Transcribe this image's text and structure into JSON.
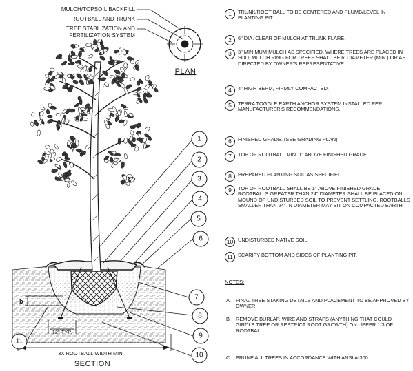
{
  "plan": {
    "title": "PLAN",
    "labels": [
      "MULCH/TOPSOIL BACKFILL",
      "ROOTBALL AND TRUNK",
      "TREE STABLIZATION AND",
      "FERTILIZATION SYSTEM"
    ]
  },
  "section": {
    "title": "SECTION",
    "width_label": "3X ROOTBALL WIDTH MIN.",
    "typ_label": "12\" TYP.",
    "b_label": "b",
    "callouts": [
      "1",
      "2",
      "3",
      "4",
      "5",
      "6",
      "7",
      "8",
      "9",
      "10",
      "11"
    ]
  },
  "legend": [
    {
      "num": "1",
      "text": "TRUNK/ROOT BALL TO BE CENTERED AND PLUMB/LEVEL IN PLANTING PIT."
    },
    {
      "num": "2",
      "text": "6\" DIA. CLEAR OF MULCH AT TRUNK FLARE."
    },
    {
      "num": "3",
      "text": "3\" MINIMUM MULCH AS SPECIFIED. WHERE TREES ARE PLACED IN SOD, MULCH RING FOR TREES SHALL BE 6' DIAMETER (MIN.) OR AS DIRECTED BY OWNER'S REPRESENTATIVE."
    },
    {
      "num": "4",
      "text": "4\" HIGH BERM, FIRMLY COMPACTED."
    },
    {
      "num": "5",
      "text": "TERRA TOGGLE EARTH ANCHOR SYSTEM INSTALLED PER MANUFACTURER'S RECOMMENDATIONS."
    },
    {
      "num": "6",
      "text": "FINISHED GRADE. (SEE GRADING PLAN)"
    },
    {
      "num": "7",
      "text": "TOP OF ROOTBALL MIN. 1\" ABOVE FINISHED GRADE."
    },
    {
      "num": "8",
      "text": "PREPARED PLANTING SOIL AS SPECIFIED."
    },
    {
      "num": "9",
      "text": "TOP OF ROOTBALL SHALL BE 1\" ABOVE FINISHED GRADE. ROOTBALLS GREATER THAN 24\" DIAMETER SHALL BE PLACED ON MOUND OF UNDISTURBED SOIL TO PREVENT SETTLING. ROOTBALLS SMALLER THAN 24\" IN DIAMETER MAY SIT ON COMPACTED EARTH."
    },
    {
      "num": "10",
      "text": "UNDISTURBED NATIVE SOIL."
    },
    {
      "num": "11",
      "text": "SCARIFY BOTTOM AND SIDES OF PLANTING PIT."
    }
  ],
  "notes": {
    "heading": "NOTES:",
    "items": [
      {
        "letter": "A.",
        "text": "FINAL TREE STAKING DETAILS AND PLACEMENT TO BE APPROVED BY OWNER."
      },
      {
        "letter": "B.",
        "text": "REMOVE BURLAP, WIRE AND STRAPS (ANYTHING THAT COULD GIRDLE TREE OR RESTRICT ROOT GROWTH) ON UPPER 1/3 OF ROOTBALL."
      },
      {
        "letter": "C.",
        "text": "PRUNE ALL TREES IN ACCORDANCE WITH ANSI A-300."
      }
    ]
  },
  "colors": {
    "ink": "#1a1a1a",
    "paper": "#ffffff"
  }
}
